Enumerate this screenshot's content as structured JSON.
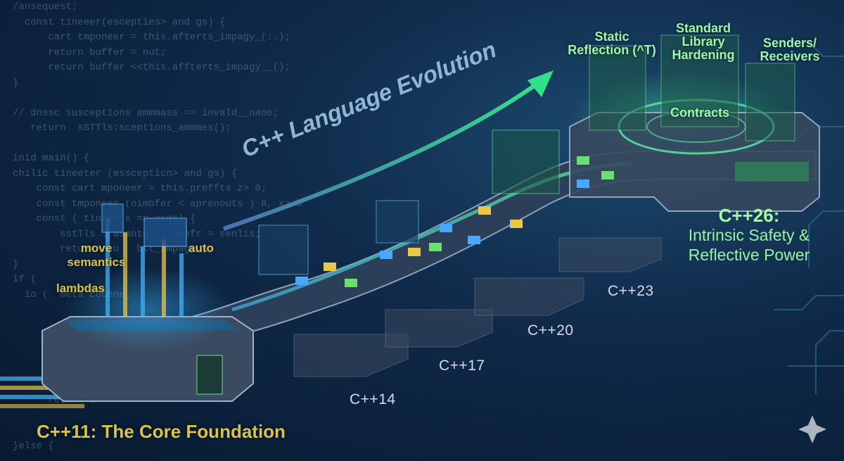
{
  "title": "C++ Language Evolution",
  "foundation": {
    "title": "C++11: The Core Foundation",
    "features": [
      "move semantics",
      "auto",
      "lambdas"
    ]
  },
  "milestones": [
    "C++14",
    "C++17",
    "C++20",
    "C++23"
  ],
  "future": {
    "title_line1": "C++26:",
    "title_line2": "Intrinsic Safety &",
    "title_line3": "Reflective Power",
    "features": [
      {
        "line1": "Static",
        "line2": "Reflection (^T)"
      },
      {
        "line1": "Standard",
        "line2": "Library",
        "line3": "Hardening"
      },
      {
        "line1": "Senders/",
        "line2": "Receivers"
      },
      {
        "line1": "Contracts"
      }
    ]
  },
  "background_code": [
    "/ansequest;",
    "  const tineeer(escepties> and gs) {",
    "      cart tmponeer = this.afterts_impagy_(:.);",
    "      return buffer = nut;",
    "      return buffer <<this.affterts_impagy__();",
    "}",
    "",
    "// dnssc susceptions ammmass == invald__naoe;",
    "   return  sSTTls:sceptions_ammmes();",
    "",
    "inid main() {",
    "chilic tineeter (esscepticn> and gs) {",
    "    const cart mponeer = this.preffts z> 0;",
    "    const tmponeer (oimbfer < aprenouts ) 8, x> b",
    "    const ( tineer x =c args) {",
    "        sstTls : asantu  ; noefr = senlis;",
    "        return  cu   btt_impagy_);",
    "}",
    "if (",
    "  io (  meta couene_",
    "",
    "",
    "",
    "",
    "",
    "",
    "      return t",
    "",
    "    }",
    "}else {"
  ],
  "colors": {
    "background": "#0b1d36",
    "accent_green": "#8ff0a0",
    "accent_yellow": "#d9c24a",
    "arrow_start": "#4a6fb0",
    "arrow_end": "#33e08a"
  }
}
